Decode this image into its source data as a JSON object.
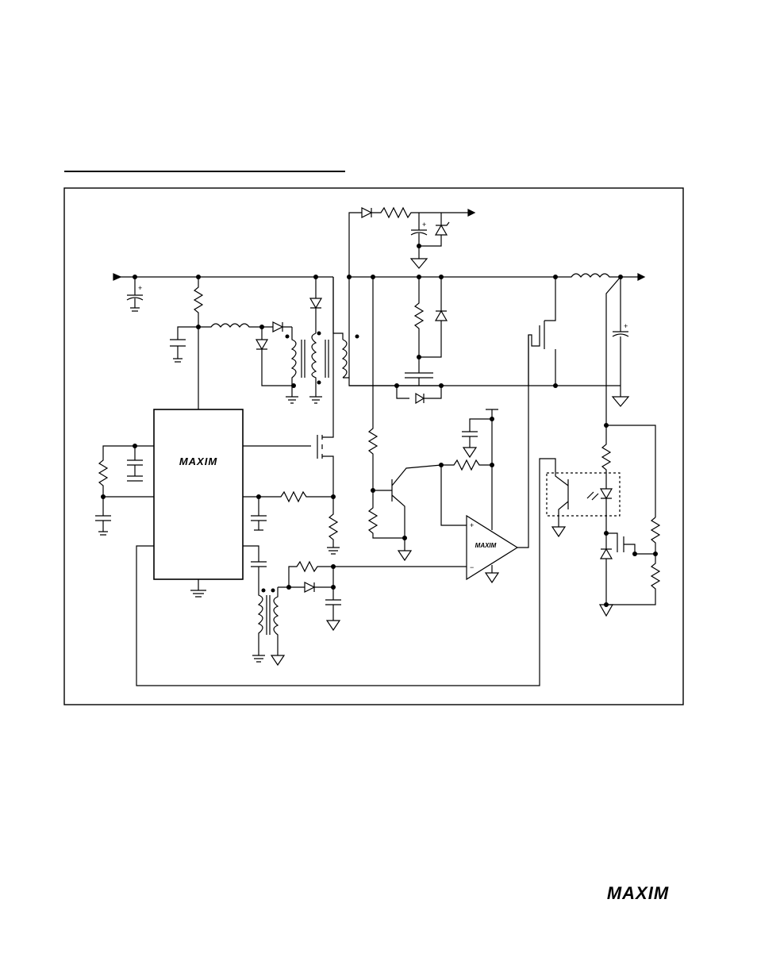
{
  "document": {
    "section_heading": "",
    "brand": "MAXIM",
    "footer_brand": "MAXIM"
  },
  "schematic": {
    "controller_ic_logo": "MAXIM",
    "opamp_logo": "MAXIM",
    "opamp_plus": "+",
    "opamp_minus": "−",
    "cap_polarity": "+"
  }
}
